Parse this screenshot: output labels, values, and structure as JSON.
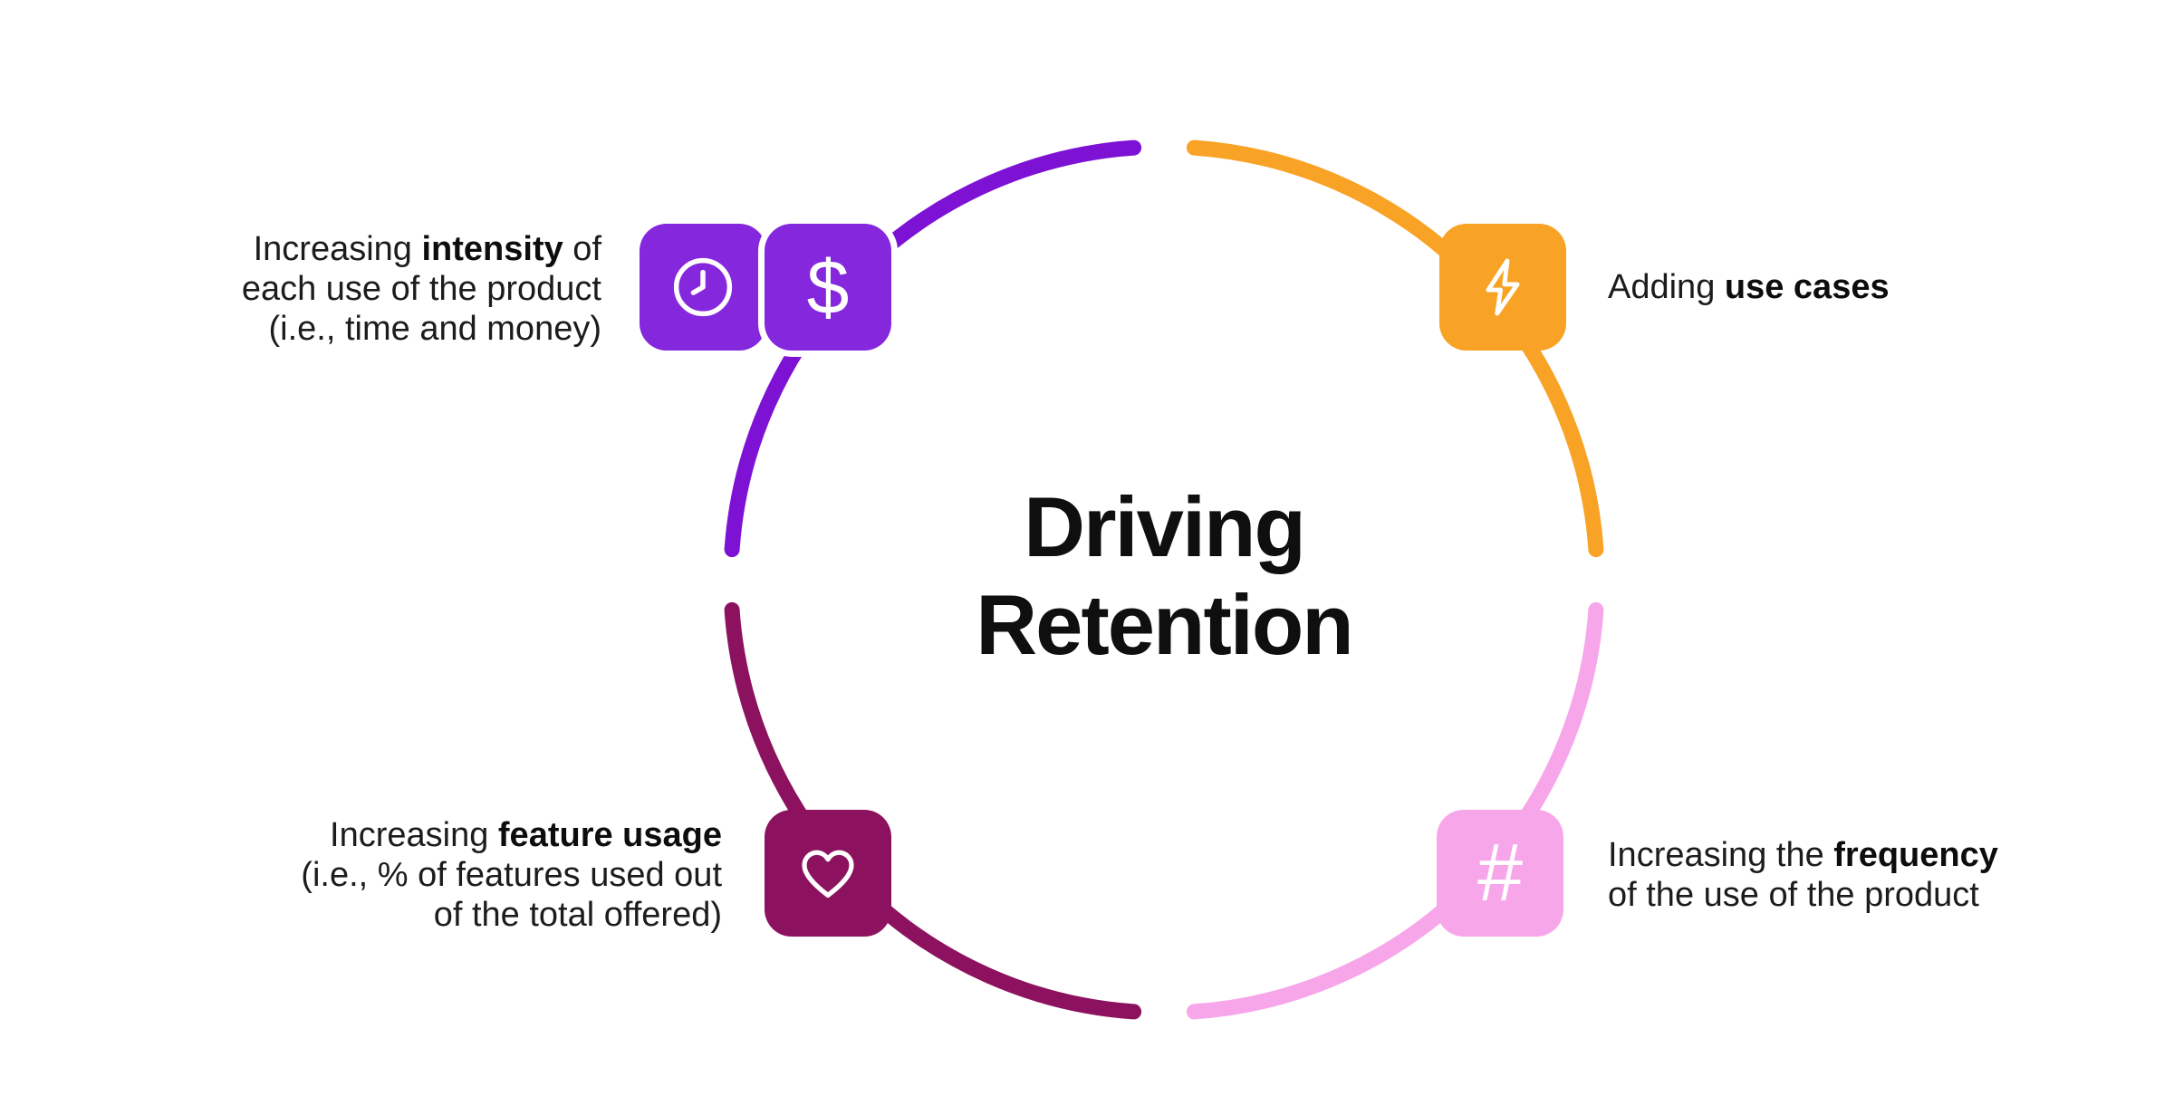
{
  "title": {
    "line1": "Driving",
    "line2": "Retention"
  },
  "colors": {
    "purple_arc": "#7d12d5",
    "purple_badge": "#8527dd",
    "orange": "#f8a326",
    "pink": "#f8a6ea",
    "magenta": "#8c1260",
    "text": "#1c1c1c",
    "icon": "#ffffff"
  },
  "icons": {
    "clock": "clock-icon",
    "dollar_glyph": "$",
    "lightning": "lightning-icon",
    "hash_glyph": "#",
    "heart": "heart-icon"
  },
  "labels": {
    "intensity": {
      "pre": "Increasing ",
      "bold": "intensity",
      "post": " of",
      "line2": "each use of the product",
      "line3": "(i.e., time and money)"
    },
    "use_cases": {
      "pre": "Adding ",
      "bold": "use cases"
    },
    "frequency": {
      "pre": "Increasing the ",
      "bold": "frequency",
      "line2": "of the use of the product"
    },
    "feature_usage": {
      "pre": "Increasing ",
      "bold": "feature usage",
      "line2": "(i.e., % of features used out",
      "line3": "of the total offered)"
    }
  }
}
